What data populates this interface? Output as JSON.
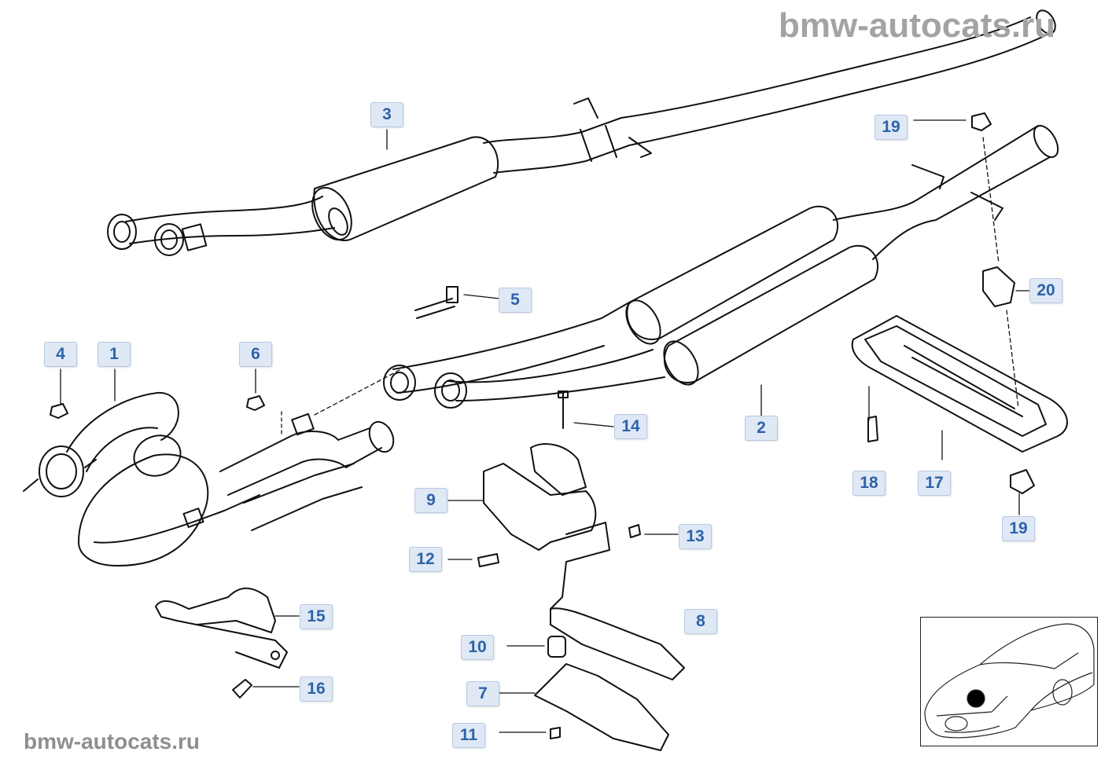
{
  "watermark": {
    "top": "bmw-autocats.ru",
    "bottom": "bmw-autocats.ru"
  },
  "callouts": {
    "c1": "1",
    "c2": "2",
    "c3": "3",
    "c4": "4",
    "c5": "5",
    "c6": "6",
    "c7": "7",
    "c8": "8",
    "c9": "9",
    "c10": "10",
    "c11": "11",
    "c12": "12",
    "c13": "13",
    "c14": "14",
    "c15": "15",
    "c16": "16",
    "c17": "17",
    "c18": "18",
    "c19a": "19",
    "c19b": "19",
    "c20": "20"
  },
  "colors": {
    "callout_text": "#2d63a8",
    "callout_bg": "#dfe8f5",
    "line": "#111111",
    "watermark": "#a3a3a3"
  }
}
